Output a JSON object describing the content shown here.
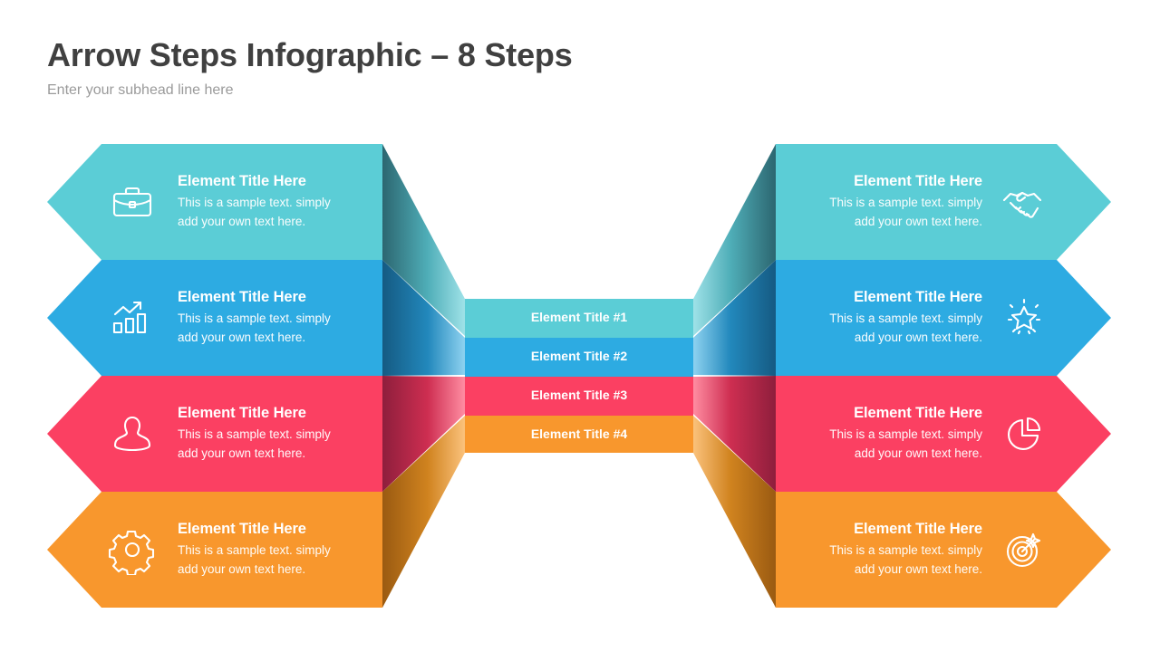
{
  "header": {
    "title": "Arrow Steps Infographic – 8 Steps",
    "subtitle": "Enter your subhead line here"
  },
  "palette": {
    "teal": "#5BCDD6",
    "blue": "#2DABE2",
    "pink": "#FB4062",
    "orange": "#F8972D",
    "title_color": "#404040",
    "subtitle_color": "#9a9a9a",
    "text_color": "#ffffff",
    "background": "#ffffff"
  },
  "left_rows": [
    {
      "title": "Element Title Here",
      "desc_line1": "This is a sample text. simply",
      "desc_line2": "add your own text here.",
      "icon": "briefcase-icon",
      "color": "#5BCDD6"
    },
    {
      "title": "Element Title Here",
      "desc_line1": "This is a sample text. simply",
      "desc_line2": "add your own text here.",
      "icon": "bar-chart-growth-icon",
      "color": "#2DABE2"
    },
    {
      "title": "Element Title Here",
      "desc_line1": "This is a sample text. simply",
      "desc_line2": "add your own text here.",
      "icon": "user-person-icon",
      "color": "#FB4062"
    },
    {
      "title": "Element Title Here",
      "desc_line1": "This is a sample text. simply",
      "desc_line2": "add your own text here.",
      "icon": "gear-icon",
      "color": "#F8972D"
    }
  ],
  "right_rows": [
    {
      "title": "Element Title Here",
      "desc_line1": "This is a sample text. simply",
      "desc_line2": "add your own text here.",
      "icon": "handshake-icon",
      "color": "#5BCDD6"
    },
    {
      "title": "Element Title Here",
      "desc_line1": "This is a sample text. simply",
      "desc_line2": "add your own text here.",
      "icon": "sparkle-star-icon",
      "color": "#2DABE2"
    },
    {
      "title": "Element Title Here",
      "desc_line1": "This is a sample text. simply",
      "desc_line2": "add your own text here.",
      "icon": "pie-chart-icon",
      "color": "#FB4062"
    },
    {
      "title": "Element Title Here",
      "desc_line1": "This is a sample text. simply",
      "desc_line2": "add your own text here.",
      "icon": "target-arrow-icon",
      "color": "#F8972D"
    }
  ],
  "center_bars": [
    {
      "label": "Element Title #1",
      "color": "#5BCDD6"
    },
    {
      "label": "Element Title #2",
      "color": "#2DABE2"
    },
    {
      "label": "Element Title #3",
      "color": "#FB4062"
    },
    {
      "label": "Element Title #4",
      "color": "#F8972D"
    }
  ]
}
